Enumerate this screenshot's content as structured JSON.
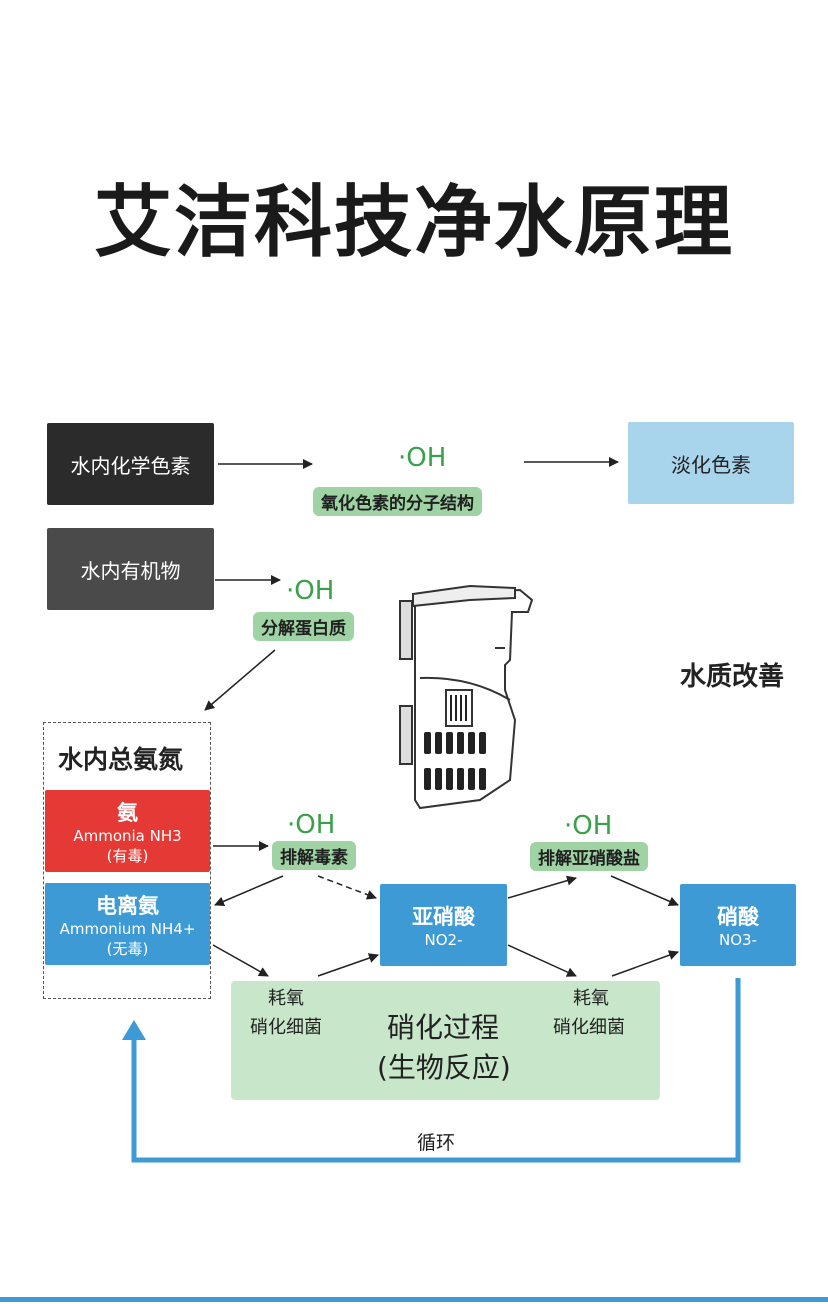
{
  "title": "艾洁科技净水原理",
  "nodes": {
    "chem_pigment": "水内化学色素",
    "organic": "水内有机物",
    "faded_pigment": "淡化色素",
    "water_quality": "水质改善",
    "total_ammonia": "水内总氨氮",
    "ammonia": {
      "name": "氨",
      "en": "Ammonia NH3",
      "note": "(有毒)"
    },
    "ammonium": {
      "name": "电离氨",
      "en": "Ammonium NH4+",
      "note": "(无毒)"
    },
    "nitrite": {
      "name": "亚硝酸",
      "formula": "NO2-"
    },
    "nitrate": {
      "name": "硝酸",
      "formula": "NO3-"
    }
  },
  "oh": {
    "symbol": "·OH",
    "oxidize": "氧化色素的分子结构",
    "decompose": "分解蛋白质",
    "detox": "排解毒素",
    "nitrite_remove": "排解亚硝酸盐"
  },
  "process": {
    "title": "硝化过程",
    "subtitle": "(生物反应)",
    "bacteria_line1": "耗氧",
    "bacteria_line2": "硝化细菌"
  },
  "cycle": "循环",
  "colors": {
    "dark": "#2b2b2b",
    "gray": "#4a4a4a",
    "light_blue": "#a8d4ec",
    "red": "#e53935",
    "blue": "#3d9ad4",
    "green": "#3aa14a",
    "pale_green": "#c8e6c9"
  },
  "icons": [
    "filter-device-image",
    "arrow-icon"
  ]
}
